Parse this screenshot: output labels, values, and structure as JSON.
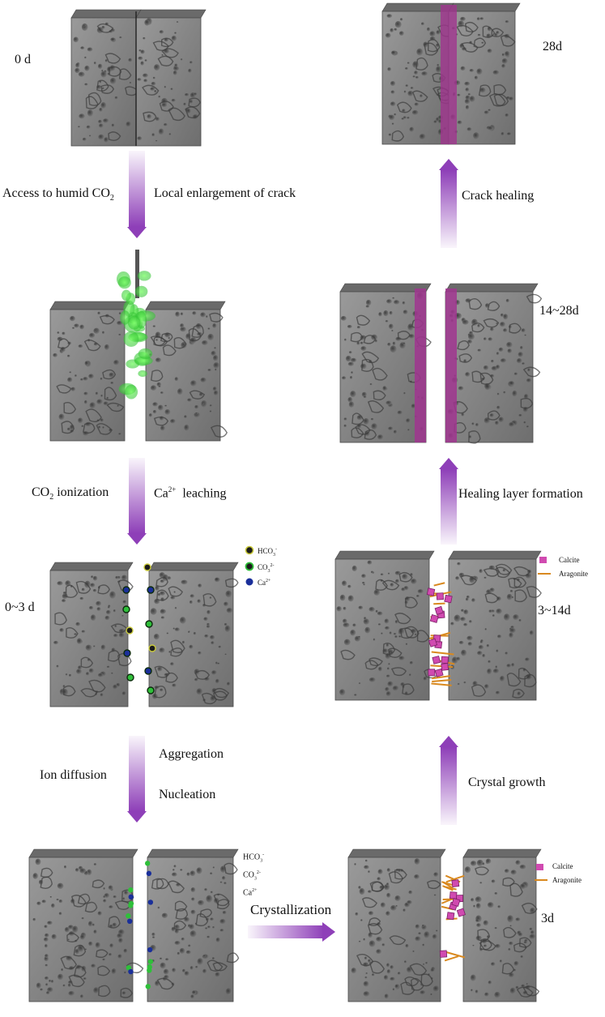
{
  "stages": {
    "s0": "0 d",
    "s1": "0~3 d",
    "s2": "3d",
    "s3": "3~14d",
    "s4": "14~28d",
    "s5": "28d"
  },
  "steps": {
    "humid_co2": "Access to humid CO",
    "humid_co2_sub": "2",
    "enlargement": "Local enlargement of crack",
    "co2_ionization": "CO",
    "co2_ionization_sub": "2",
    "co2_ionization_rest": " ionization",
    "ca_leaching": "Ca",
    "ca_leaching_sup": "2+",
    "ca_leaching_rest": "  leaching",
    "ion_diffusion": "Ion diffusion",
    "aggregation": "Aggregation",
    "nucleation": "Nucleation",
    "crystallization": "Crystallization",
    "crystal_growth": "Crystal growth",
    "healing_layer": "Healing layer formation",
    "crack_healing": "Crack healing"
  },
  "ions": {
    "hco3": "HCO",
    "hco3_sub": "3",
    "hco3_sup": "-",
    "co3": "CO",
    "co3_sub": "3",
    "co3_sup": "2-",
    "ca": "Ca",
    "ca_sup": "2+"
  },
  "minerals": {
    "calcite": "Calcite",
    "aragonite": "Aragonite"
  },
  "colors": {
    "concrete": "#8c8c8c",
    "concrete_dark": "#5a5a5a",
    "arrow": "#8e3fb8",
    "co2_gas": "#4be04b",
    "calcite": "#d04ab0",
    "aragonite": "#d9891f",
    "ca_ion": "#1a2f9a",
    "healing": "#a0358f"
  }
}
